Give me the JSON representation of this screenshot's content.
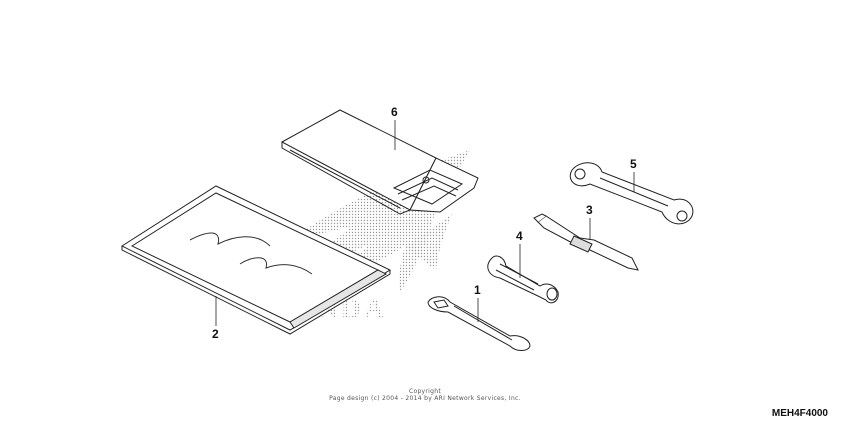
{
  "diagram": {
    "watermark_text": "HONDA",
    "callouts": [
      {
        "id": "1",
        "label": "1"
      },
      {
        "id": "2",
        "label": "2"
      },
      {
        "id": "3",
        "label": "3"
      },
      {
        "id": "4",
        "label": "4"
      },
      {
        "id": "5",
        "label": "5"
      },
      {
        "id": "6",
        "label": "6"
      }
    ],
    "parts": [
      {
        "callout": "1",
        "icon": "open-end-wrench-icon"
      },
      {
        "callout": "2",
        "icon": "manual-pouch-icon"
      },
      {
        "callout": "3",
        "icon": "screwdriver-bit-icon"
      },
      {
        "callout": "4",
        "icon": "screwdriver-handle-icon"
      },
      {
        "callout": "5",
        "icon": "box-end-wrench-icon"
      },
      {
        "callout": "6",
        "icon": "tool-bag-icon"
      }
    ]
  },
  "footer": {
    "copyright_line1": "Copyright",
    "copyright_line2": "Page design (c) 2004 - 2014 by ARI Network Services, Inc.",
    "diagram_code": "MEH4F4000"
  }
}
